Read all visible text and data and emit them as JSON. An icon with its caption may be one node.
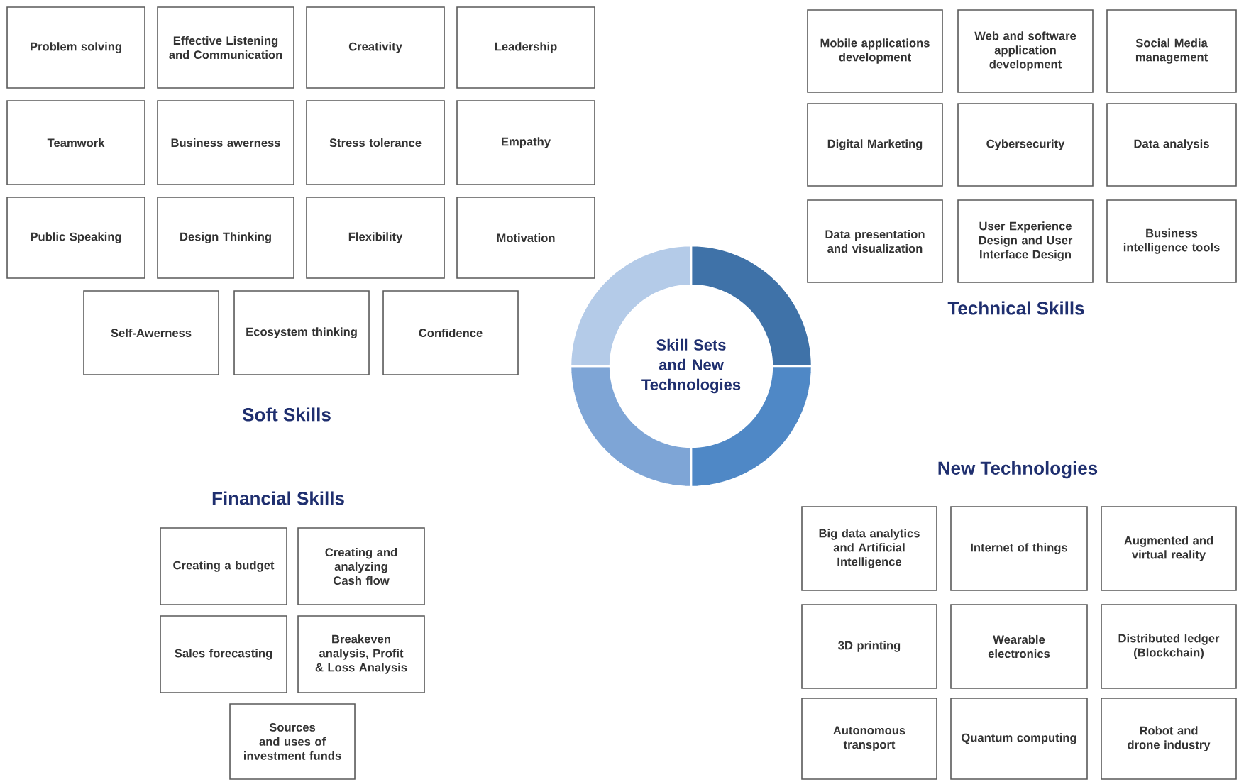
{
  "diagram": {
    "nodes": [
      {
        "text": [
          "Problem solving"
        ]
      },
      {
        "text": [
          "Effective Listening and Communication"
        ]
      },
      {
        "text": [
          "Creativity"
        ]
      },
      {
        "text": [
          "Leadership"
        ]
      },
      {
        "text": [
          "Teamwork"
        ]
      },
      {
        "text": [
          "Business awerness"
        ]
      },
      {
        "text": [
          "Stress tolerance"
        ]
      },
      {
        "text": [
          "Empathy"
        ]
      },
      {
        "text": [
          "Public Speaking"
        ]
      },
      {
        "text": [
          "Design Thinking"
        ]
      },
      {
        "text": [
          "Flexibility"
        ]
      },
      {
        "text": [
          "Motivation"
        ]
      },
      {
        "text": [
          "Self-Awerness"
        ]
      },
      {
        "text": [
          "Ecosystem thinking"
        ]
      },
      {
        "text": [
          "Confidence"
        ]
      },
      {
        "text": [
          "Mobile applications development"
        ]
      },
      {
        "text": [
          "Web and software application development"
        ]
      },
      {
        "text": [
          "Social Media management"
        ]
      },
      {
        "text": [
          "Digital Marketing"
        ]
      },
      {
        "text": [
          "Cybersecurity"
        ]
      },
      {
        "text": [
          "Data analysis"
        ]
      },
      {
        "text": [
          "Data presentation and visualization"
        ]
      },
      {
        "text": [
          "User Experience Design and User Interface Design"
        ]
      },
      {
        "text": [
          "Business intelligence tools"
        ]
      },
      {
        "text": [
          "Skill Sets and New Technologies"
        ]
      },
      {
        "text": [
          "Creating a budget"
        ]
      },
      {
        "text": [
          "Creating and analyzing Cash flow"
        ]
      },
      {
        "text": [
          "Sales forecasting"
        ]
      },
      {
        "text": [
          "Breakeven analysis, Profit & Loss Analysis"
        ]
      },
      {
        "text": [
          "Sources and uses of investment funds"
        ]
      },
      {
        "text": [
          "Big data analytics and Artificial Intelligence"
        ]
      },
      {
        "text": [
          "Internet of things"
        ]
      },
      {
        "text": [
          "Augmented and virtual reality"
        ]
      },
      {
        "text": [
          "3D printing"
        ]
      },
      {
        "text": [
          "Wearable electronics"
        ]
      },
      {
        "text": [
          "Distributed ledger (Blockchain)"
        ]
      },
      {
        "text": [
          "Autonomous transport"
        ]
      },
      {
        "text": [
          "Quantum computing"
        ]
      },
      {
        "text": [
          "Robot and drone industry"
        ]
      }
    ],
    "labels": [
      "Technical Skills",
      "Soft Skills",
      "New Technologies",
      "Financial Skills"
    ]
  }
}
